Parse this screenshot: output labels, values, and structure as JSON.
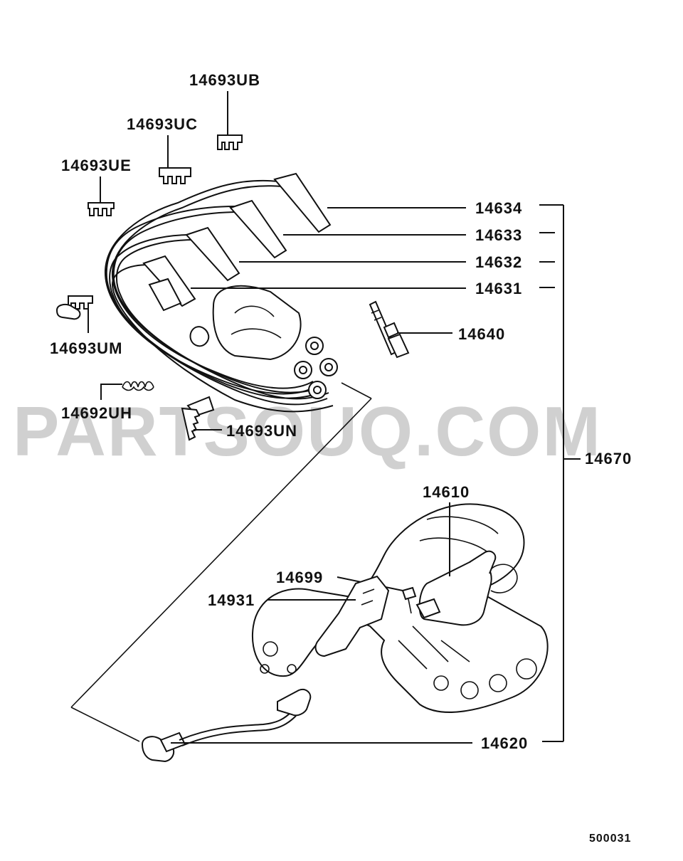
{
  "watermark": "PARTSOUQ.COM",
  "diagram_code": "500031",
  "labels": {
    "p14693UB": "14693UB",
    "p14693UC": "14693UC",
    "p14693UE": "14693UE",
    "p14634": "14634",
    "p14633": "14633",
    "p14632": "14632",
    "p14631": "14631",
    "p14640": "14640",
    "p14693UM": "14693UM",
    "p14692UH": "14692UH",
    "p14693UN": "14693UN",
    "p14670": "14670",
    "p14610": "14610",
    "p14699": "14699",
    "p14931": "14931",
    "p14620": "14620"
  }
}
